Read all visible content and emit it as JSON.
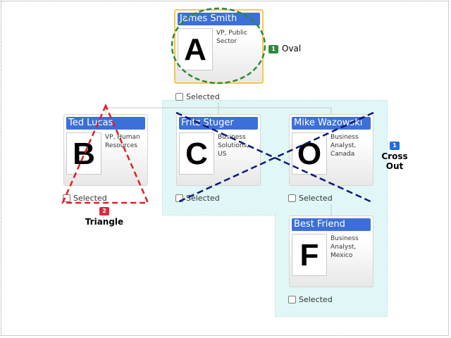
{
  "chart": {
    "nodes": [
      {
        "id": "A",
        "name": "James Smith",
        "letter": "A",
        "description": "VP, Public Sector",
        "checkbox_label": "Selected"
      },
      {
        "id": "B",
        "name": "Ted Lucas",
        "letter": "B",
        "description": "VP, Human Resources",
        "checkbox_label": "Selected"
      },
      {
        "id": "C",
        "name": "Fritz Stuger",
        "letter": "C",
        "description": "Business Solutions, US",
        "checkbox_label": "Selected"
      },
      {
        "id": "O",
        "name": "Mike Wazowski",
        "letter": "O",
        "description": "Business Analyst, Canada",
        "checkbox_label": "Selected"
      },
      {
        "id": "F",
        "name": "Best Friend",
        "letter": "F",
        "description": "Business Analyst, Mexico",
        "checkbox_label": "Selected"
      }
    ]
  },
  "annotations": [
    {
      "number": "1",
      "label": "Oval",
      "color": "#2e8b3e"
    },
    {
      "number": "2",
      "label": "Triangle",
      "color": "#d92b3a"
    },
    {
      "number": "1",
      "label": "Cross Out",
      "color": "#1f6fe0"
    }
  ],
  "colors": {
    "title_bar": "#3c6fd8",
    "region": "#e1f6f6",
    "highlight_border": "#f5c94a",
    "oval_stroke": "#2e8b2e",
    "triangle_stroke": "#e02020",
    "cross_stroke": "#0a1a7a"
  }
}
